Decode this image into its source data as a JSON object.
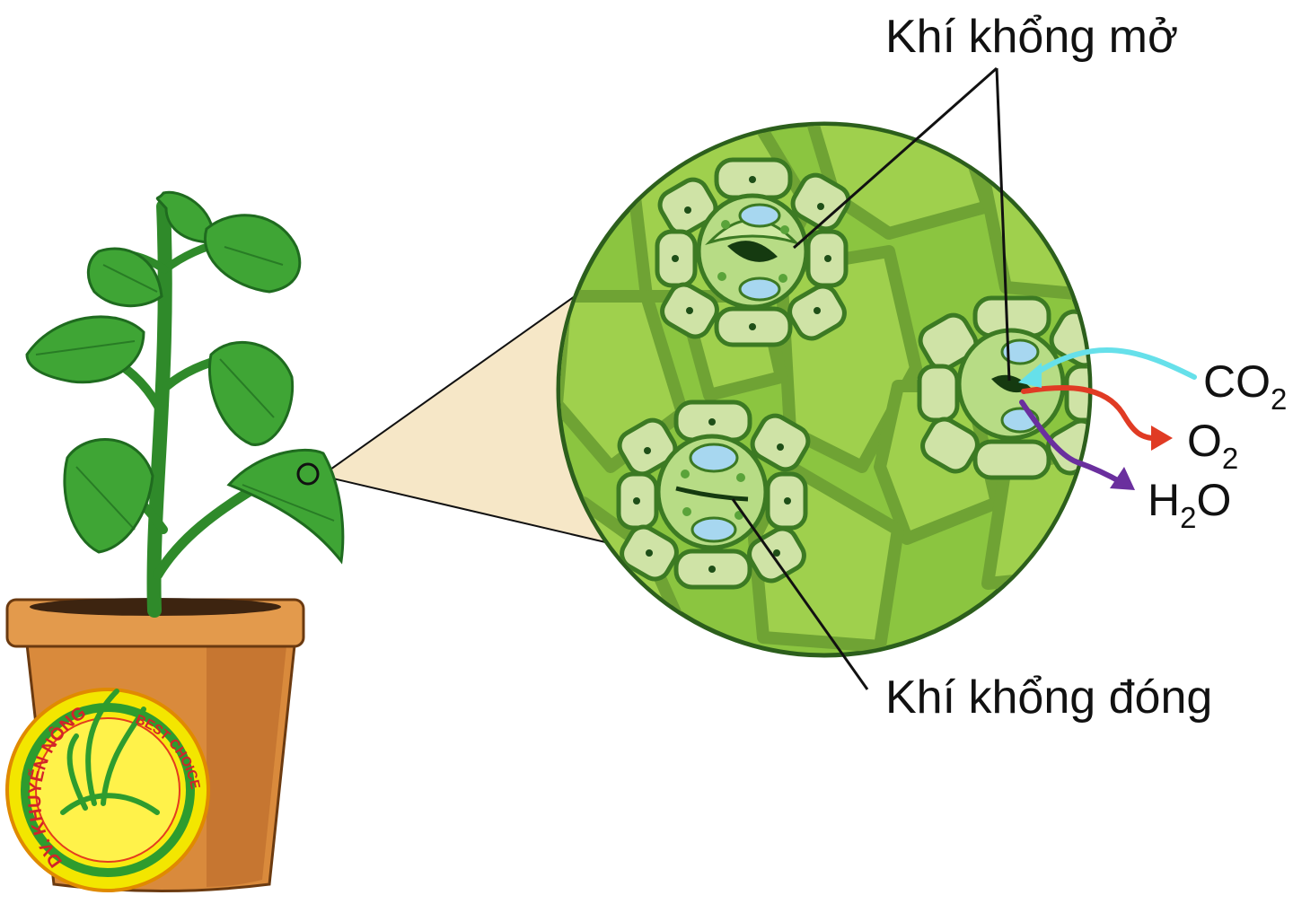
{
  "labels": {
    "open": "Khí khổng mở",
    "closed": "Khí khổng đóng"
  },
  "gases": {
    "co2": {
      "base": "CO",
      "sub": "2",
      "color": "#66e0ea"
    },
    "o2": {
      "base": "O",
      "sub": "2",
      "color": "#e03b24"
    },
    "h2o": {
      "base": "H",
      "sub": "2",
      "tail": "O",
      "color": "#6a2f9e"
    }
  },
  "logo": {
    "left_text": "DV. KHUYẾN NÔNG",
    "right_text": "BEST CHOICE"
  },
  "colors": {
    "leaf": "#3fa535",
    "leaf_dark": "#1f6b1f",
    "pot": "#d98a3c",
    "pot_dark": "#b9692a",
    "tissue": "#8bc540",
    "tissue_dark": "#5f9a2b",
    "cell": "#cfe3a6",
    "vacuole": "#a7d7f0",
    "callout": "#f6e7c7"
  },
  "icons": {
    "plant": "plant-in-pot-icon",
    "logo": "leaf-emblem-icon"
  }
}
